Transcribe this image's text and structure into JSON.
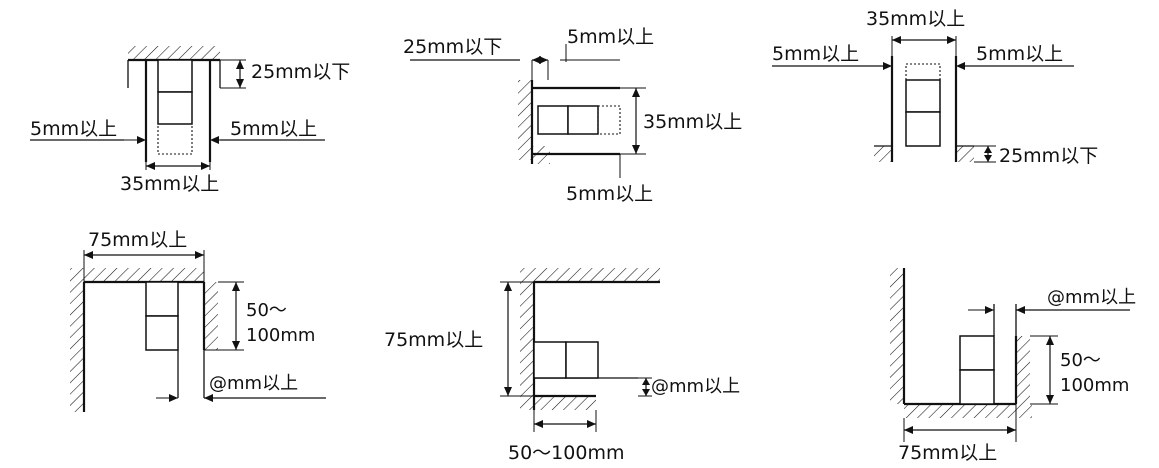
{
  "labels": {
    "d1_top": "25mm以下",
    "d1_left": "5mm以上",
    "d1_right": "5mm以上",
    "d1_bottom": "35mm以上",
    "d2_left": "25mm以下",
    "d2_top": "5mm以上",
    "d2_right": "35mm以上",
    "d2_bottom": "5mm以上",
    "d3_top": "35mm以上",
    "d3_left": "5mm以上",
    "d3_right": "5mm以上",
    "d3_side": "25mm以下",
    "d4_top": "75mm以上",
    "d4_right_1": "50～",
    "d4_right_2": "100mm",
    "d4_bottom": "@mm以上",
    "d5_left": "75mm以上",
    "d5_right": "@mm以上",
    "d5_bottom": "50～100mm",
    "d6_top": "@mm以上",
    "d6_right_1": "50～",
    "d6_right_2": "100mm",
    "d6_bottom": "75mm以上"
  }
}
